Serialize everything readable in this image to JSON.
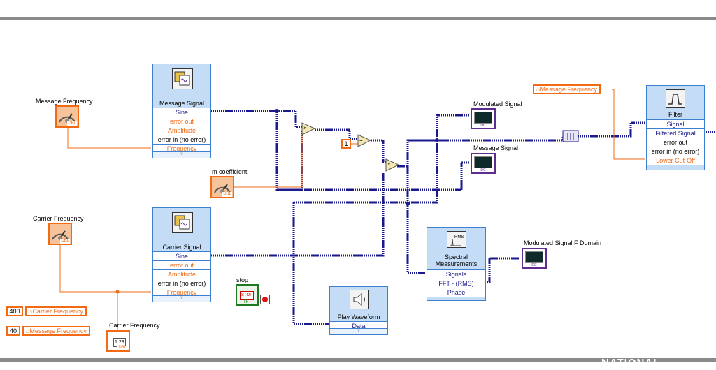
{
  "controls": {
    "message_frequency_label": "Message Frequency",
    "m_coefficient_label": "m coefficient",
    "carrier_frequency_label": "Carrier Frequency",
    "dbl_tag": "DBL",
    "stop_label": "stop",
    "stop_button_text": "STOP",
    "stop_tf_tag": "TF"
  },
  "message_signal_vi": {
    "title": "Message Signal",
    "terminals": [
      "Sine",
      "error out",
      "Amplitude",
      "error in (no error)",
      "Frequency"
    ]
  },
  "carrier_signal_vi": {
    "title": "Carrier Signal",
    "terminals": [
      "Sine",
      "error out",
      "Amplitude",
      "error in (no error)",
      "Frequency"
    ]
  },
  "filter_vi": {
    "title": "Filter",
    "terminals": [
      "Signal",
      "Filtered Signal",
      "error out",
      "error in (no error)",
      "Lower Cut-Off"
    ]
  },
  "spectral_vi": {
    "title": "Spectral Measurements",
    "terminals": [
      "Signals",
      "FFT - (RMS)",
      "Phase"
    ]
  },
  "play_waveform_vi": {
    "title": "Play Waveform",
    "terminals": [
      "Data"
    ]
  },
  "indicators": {
    "modulated_signal": "Modulated Signal",
    "message_signal": "Message Signal",
    "modulated_signal_f_domain": "Modulated Signal F Domain",
    "carrier_frequency_indicator": "Carrier Frequency",
    "dc_tag": "DC",
    "numeric_tag": "1.23"
  },
  "constants": {
    "one": "1",
    "v400": "400",
    "v40": "40"
  },
  "local_variables": {
    "message_frequency_top": "Message Frequency",
    "carrier_frequency": "Carrier Frequency",
    "message_frequency": "Message Frequency"
  },
  "nodes": {
    "multiply": "×",
    "add": "+",
    "multiply2": "×"
  },
  "watermark": "NATIONAL",
  "colors": {
    "wire_dynamic": "#1a1a8c",
    "wire_numeric": "#f26a14",
    "vi_border": "#3d7fd1",
    "control_fill": "#f6c39a"
  }
}
